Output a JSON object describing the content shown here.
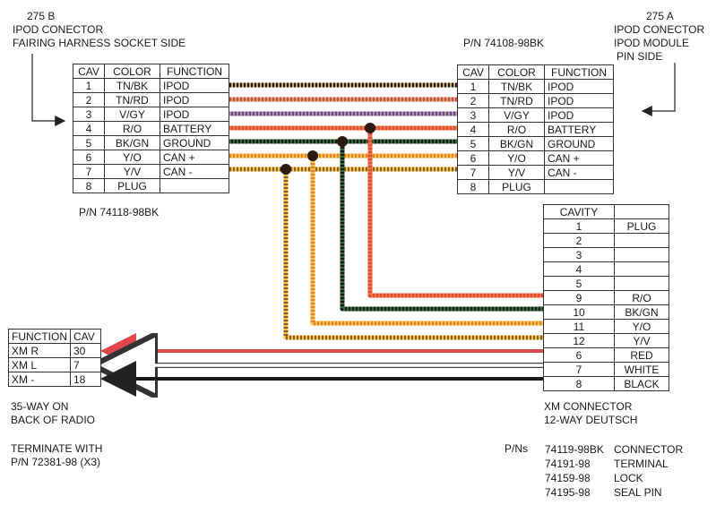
{
  "left_header": {
    "code": "275 B",
    "title": "IPOD CONECTOR",
    "subtitle": "FAIRING HARNESS SOCKET SIDE"
  },
  "right_header": {
    "code": "275 A",
    "title": "IPOD CONECTOR",
    "line2": "IPOD MODULE",
    "line3": "PIN SIDE"
  },
  "right_pn": "P/N  74108-98BK",
  "left_pn": "P/N  74118-98BK",
  "ipod_headers": [
    "CAV",
    "COLOR",
    "FUNCTION"
  ],
  "ipod_rows": [
    [
      "1",
      "TN/BK",
      "IPOD"
    ],
    [
      "2",
      "TN/RD",
      "IPOD"
    ],
    [
      "3",
      "V/GY",
      "IPOD"
    ],
    [
      "4",
      "R/O",
      "BATTERY"
    ],
    [
      "5",
      "BK/GN",
      "GROUND"
    ],
    [
      "6",
      "Y/O",
      "CAN +"
    ],
    [
      "7",
      "Y/V",
      "CAN -"
    ],
    [
      "8",
      "PLUG",
      ""
    ]
  ],
  "xm_header": "CAVITY",
  "xm_rows": [
    [
      "1",
      "PLUG"
    ],
    [
      "2",
      ""
    ],
    [
      "3",
      ""
    ],
    [
      "4",
      ""
    ],
    [
      "5",
      ""
    ],
    [
      "9",
      "R/O"
    ],
    [
      "10",
      "BK/GN"
    ],
    [
      "11",
      "Y/O"
    ],
    [
      "12",
      "Y/V"
    ],
    [
      "6",
      "RED"
    ],
    [
      "7",
      "WHITE"
    ],
    [
      "8",
      "BLACK"
    ]
  ],
  "radio_headers": [
    "FUNCTION",
    "CAV"
  ],
  "radio_rows": [
    [
      "XM R",
      "30"
    ],
    [
      "XM L",
      "7"
    ],
    [
      "XM -",
      "18"
    ]
  ],
  "radio_caption": [
    "35-WAY ON",
    "BACK OF RADIO"
  ],
  "terminate": [
    "TERMINATE WITH",
    "P/N 72381-98 (X3)"
  ],
  "xm_caption": [
    "XM CONNECTOR",
    "12-WAY DEUTSCH"
  ],
  "pns_label": "P/Ns",
  "pns": [
    [
      "74119-98BK",
      "CONNECTOR"
    ],
    [
      "74191-98",
      "TERMINAL"
    ],
    [
      "74159-98",
      "LOCK"
    ],
    [
      "74195-98",
      "SEAL PIN"
    ]
  ],
  "wire_colors": {
    "tan": "#c9a86a",
    "black": "#1a1a1a",
    "red": "#e04848",
    "orange": "#ef7a32",
    "violet": "#7a3f8f",
    "gray": "#9a9a9a",
    "green": "#2f6d34",
    "yellow": "#f1c63a",
    "brown": "#8a5a2a",
    "white": "#ffffff"
  }
}
